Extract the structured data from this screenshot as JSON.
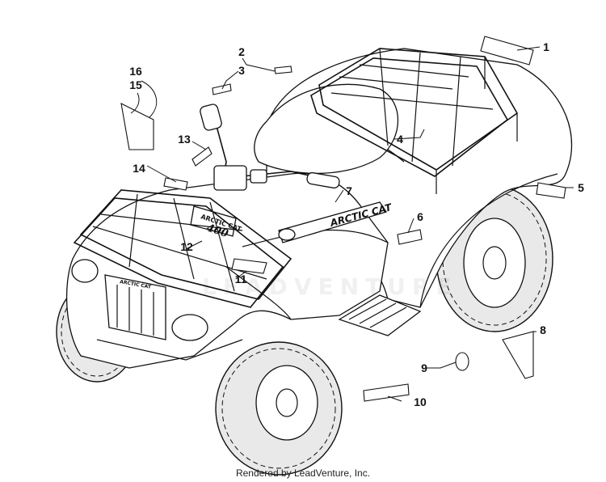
{
  "diagram": {
    "callouts": [
      {
        "id": "1",
        "label": "1"
      },
      {
        "id": "2",
        "label": "2"
      },
      {
        "id": "3",
        "label": "3"
      },
      {
        "id": "4",
        "label": "4"
      },
      {
        "id": "5",
        "label": "5"
      },
      {
        "id": "6",
        "label": "6"
      },
      {
        "id": "7",
        "label": "7"
      },
      {
        "id": "8",
        "label": "8"
      },
      {
        "id": "9",
        "label": "9"
      },
      {
        "id": "10",
        "label": "10"
      },
      {
        "id": "11",
        "label": "11"
      },
      {
        "id": "12",
        "label": "12"
      },
      {
        "id": "13",
        "label": "13"
      },
      {
        "id": "14",
        "label": "14"
      },
      {
        "id": "15",
        "label": "15"
      },
      {
        "id": "16",
        "label": "16"
      }
    ],
    "decal_texts": {
      "side_brand": "ARCTIC CAT",
      "front_brand": "ARCTIC CAT",
      "model_number": "400",
      "grille_brand": "ARCTIC CAT"
    },
    "watermark": "LEADVENTURE",
    "credit": "Rendered by LeadVenture, Inc."
  }
}
